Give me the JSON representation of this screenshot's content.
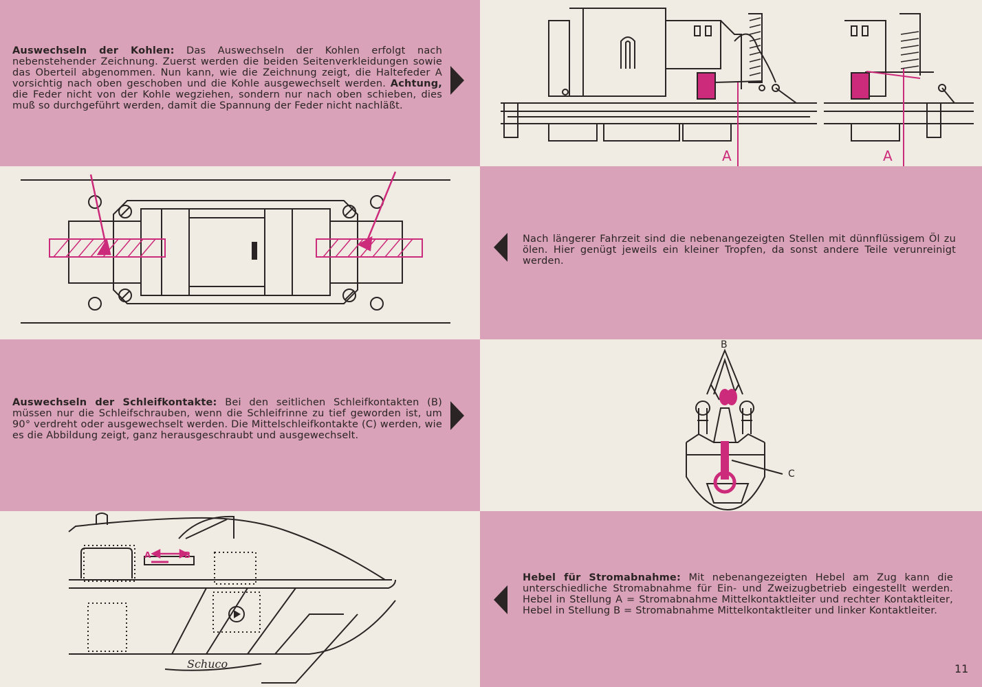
{
  "sections": {
    "kohlen": {
      "heading": "Auswechseln der Kohlen:",
      "text1": " Das Auswechseln der Kohlen erfolgt nach nebenstehender Zeichnung. Zuerst werden die beiden Seitenverkleidungen sowie das Oberteil abgenommen. Nun kann, wie die Zeichnung zeigt, die Haltefeder A vorsichtig nach oben geschoben und die Kohle ausgewechselt werden. ",
      "emphasis": "Achtung,",
      "text2": " die Feder nicht von der Kohle wegziehen, sondern nur nach oben schieben, dies muß so durchgeführt werden, damit die Spannung der Feder nicht nachläßt."
    },
    "oelen": {
      "text": "Nach längerer Fahrzeit sind die nebenangezeigten Stellen mit dünnflüssigem Öl zu ölen. Hier genügt jeweils ein kleiner Tropfen, da sonst andere Teile verunreinigt werden."
    },
    "schleifkontakte": {
      "heading": "Auswechseln der Schleifkontakte:",
      "text": " Bei den seitlichen Schleifkontakten (B) müssen nur die Schleifschrauben, wenn die Schleifrinne zu tief geworden ist, um 90° verdreht oder ausgewechselt werden. Die Mittelschleifkontakte (C) werden, wie es die Abbildung zeigt, ganz herausgeschraubt und ausgewechselt."
    },
    "hebel": {
      "heading": "Hebel für Stromabnahme:",
      "text": " Mit nebenangezeigten Hebel am Zug kann die unterschiedliche Stromabnahme für Ein- und Zweizugbetrieb eingestellt werden. Hebel in Stellung A = Stromabnahme Mittelkontaktleiter und rechter Kontaktleiter, Hebel in Stellung B = Stromabnahme Mittelkontaktleiter und linker Kontaktleiter."
    }
  },
  "figure_labels": {
    "motor_label_a_left": "A",
    "motor_label_a_right": "A",
    "contact_label_b": "B",
    "contact_label_c": "C",
    "lever_label_a": "A",
    "lever_label_b": "B",
    "brand": "Schuco"
  },
  "page_number": "11",
  "colors": {
    "pink_panel": "#d9a2b8",
    "cream_panel": "#f1ece3",
    "magenta": "#cc2a7a",
    "ink": "#2b2424"
  }
}
